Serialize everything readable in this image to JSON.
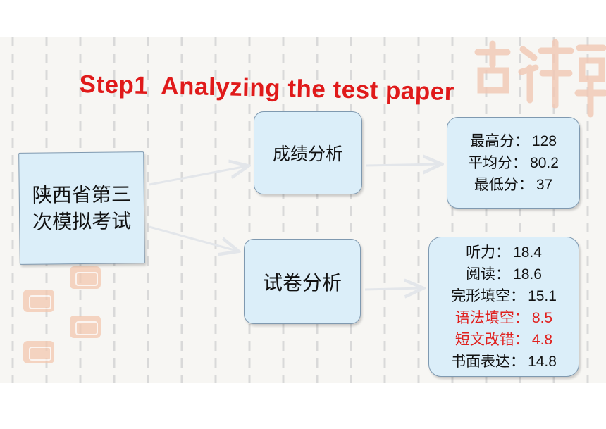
{
  "title": {
    "step": "Step1",
    "rest": "Analyzing the test paper"
  },
  "exam": {
    "line1": "陕西省第三",
    "line2": "次模拟考试"
  },
  "score_analysis": {
    "label": "成绩分析"
  },
  "paper_analysis": {
    "label": "试卷分析"
  },
  "stats": [
    {
      "label": "最高分：",
      "value": "128"
    },
    {
      "label": "平均分：",
      "value": "80.2"
    },
    {
      "label": "最低分：",
      "value": "37"
    }
  ],
  "sections": [
    {
      "label": "听力：",
      "value": "18.4",
      "highlight": false
    },
    {
      "label": "阅读：",
      "value": "18.6",
      "highlight": false
    },
    {
      "label": "完形填空：",
      "value": "15.1",
      "highlight": false
    },
    {
      "label": "语法填空：",
      "value": "8.5",
      "highlight": true
    },
    {
      "label": "短文改错：",
      "value": "4.8",
      "highlight": true
    },
    {
      "label": "书面表达：",
      "value": "14.8",
      "highlight": false
    }
  ],
  "colors": {
    "title": "#e01a1a",
    "highlight": "#e0201e",
    "box_fill": "#dbeef9",
    "box_border": "#7f99b0"
  }
}
